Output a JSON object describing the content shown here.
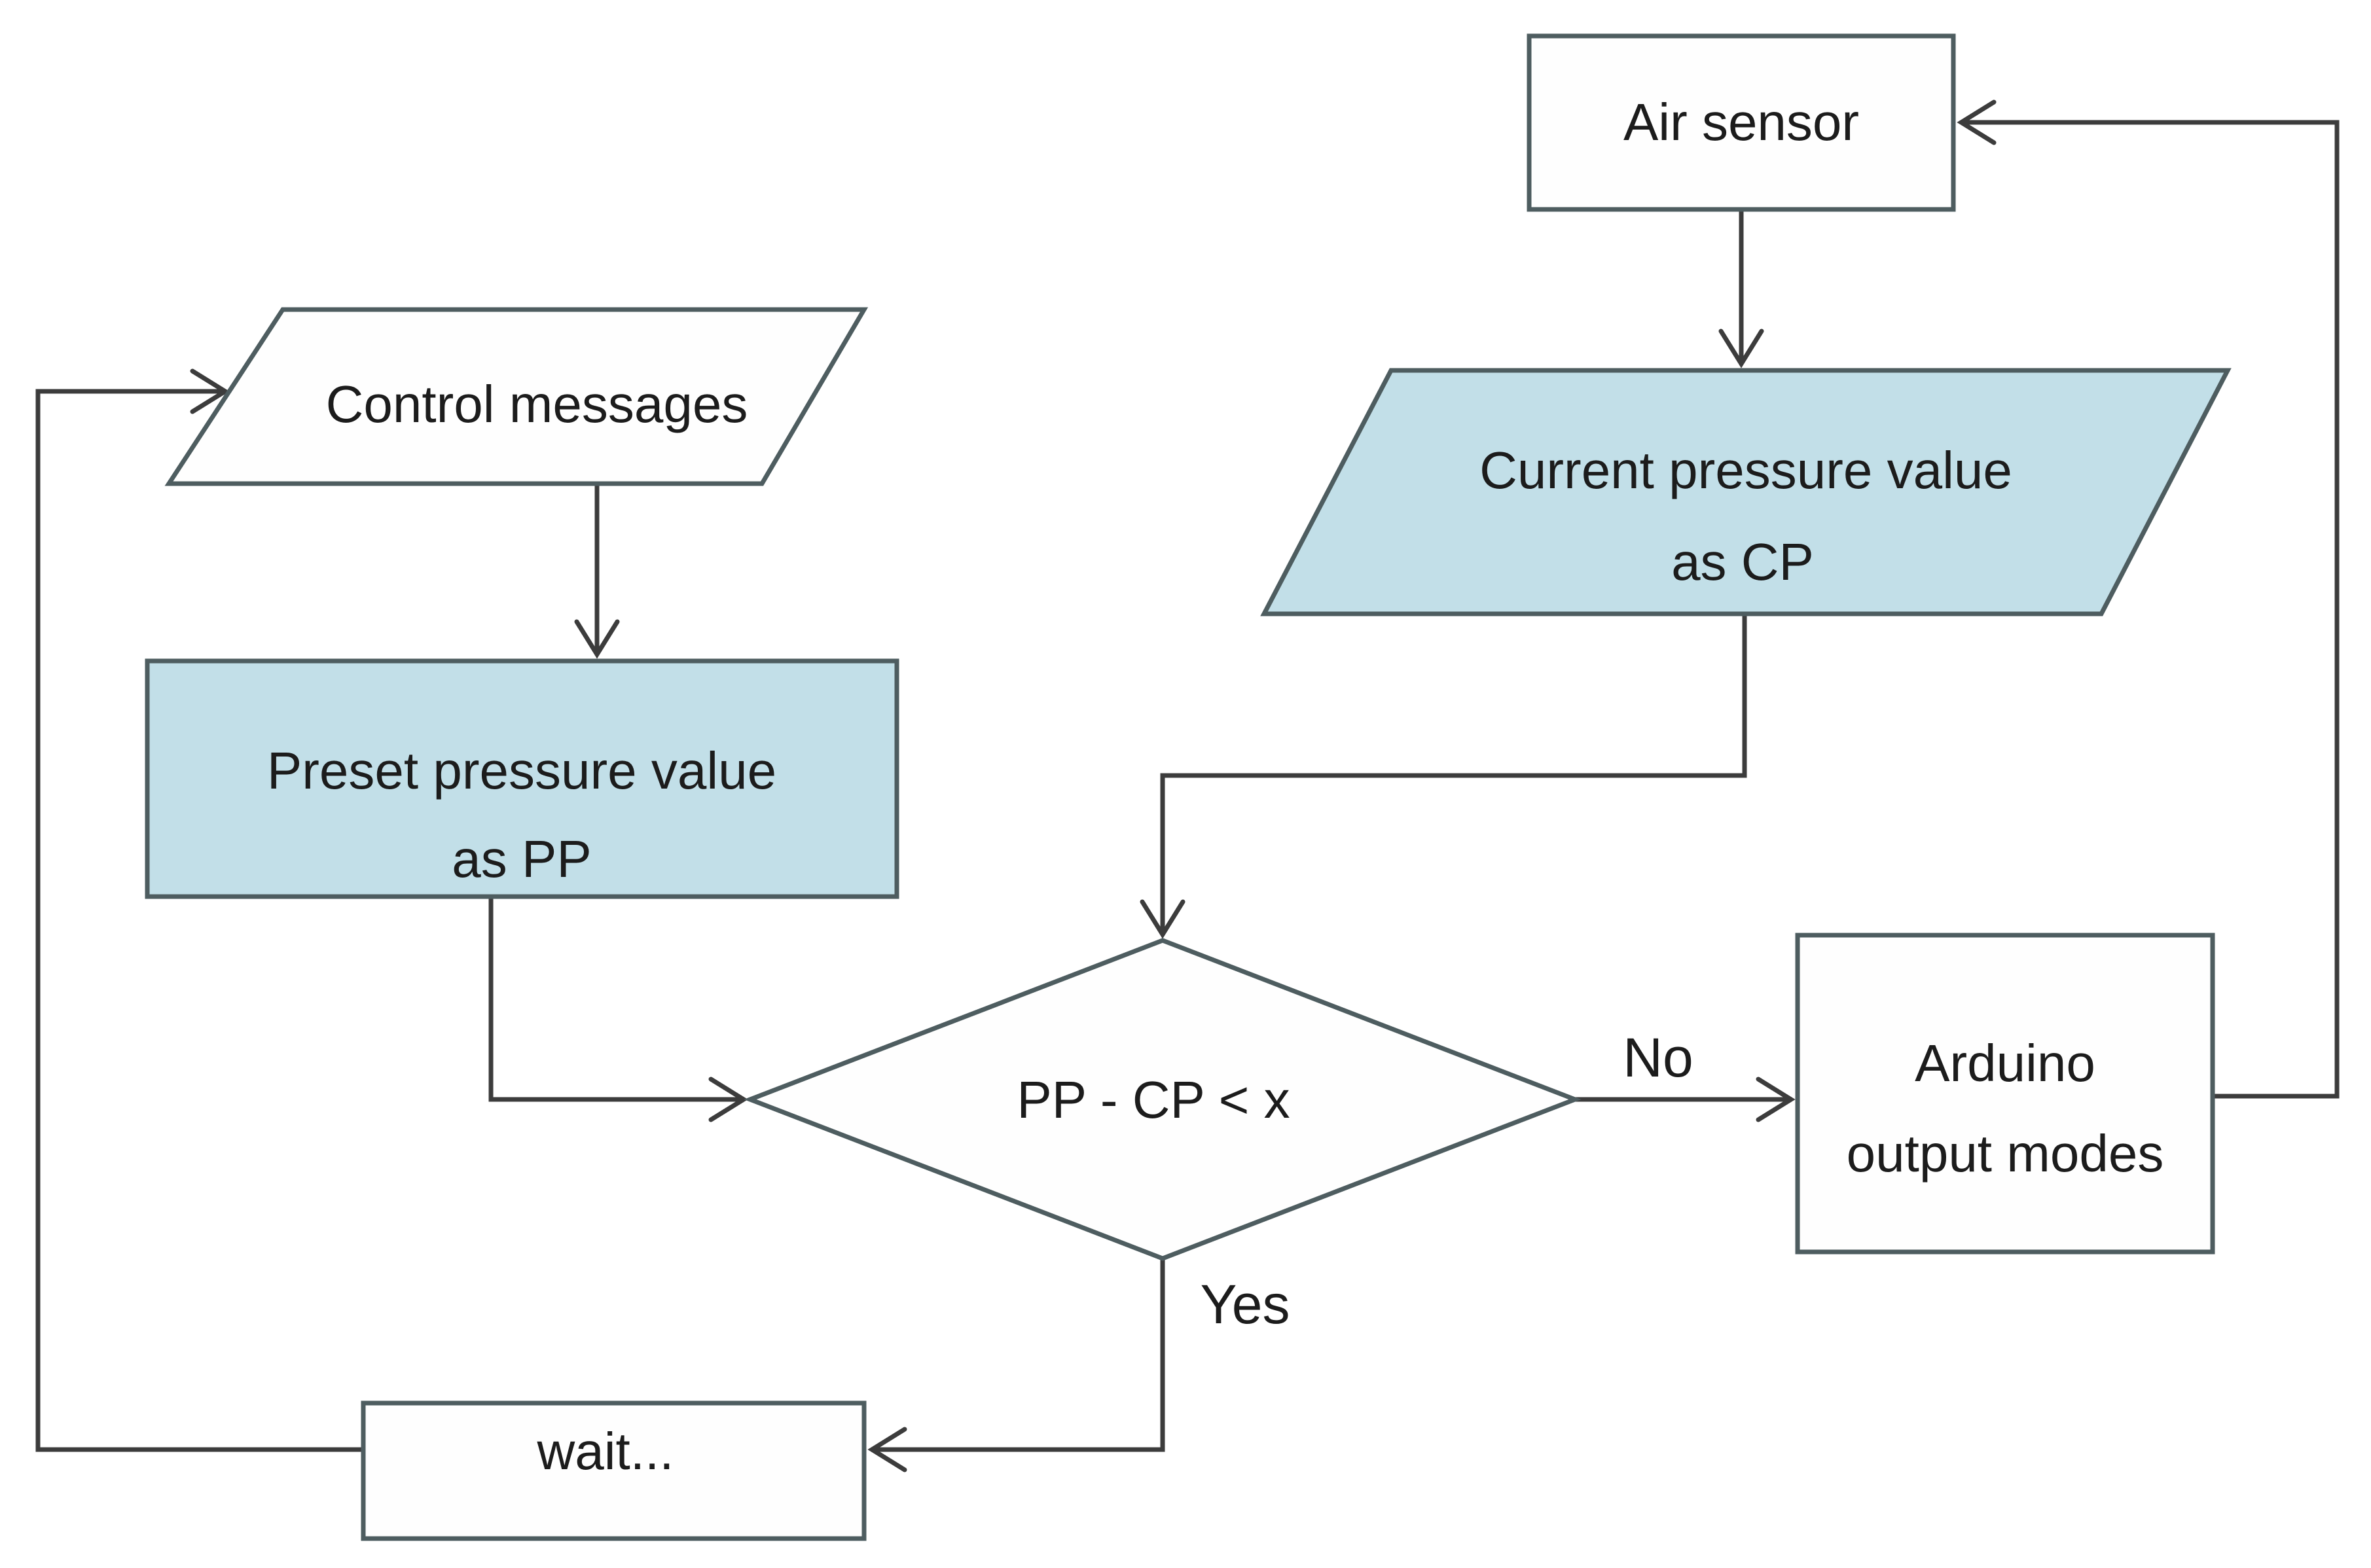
{
  "diagram": {
    "colors": {
      "highlight_fill": "#c2dfe8",
      "plain_fill": "#fefefe",
      "shape_border": "#4e5d60",
      "connector": "#3c3c3c",
      "text": "#1c1c1c"
    },
    "nodes": {
      "air_sensor": {
        "type": "process",
        "label": "Air sensor"
      },
      "current_pressure": {
        "type": "input-output",
        "line1": "Current pressure value",
        "line2": "as CP"
      },
      "control_messages": {
        "type": "input-output",
        "label": "Control messages"
      },
      "preset_pressure": {
        "type": "process",
        "line1": "Preset pressure value",
        "line2": "as PP"
      },
      "decision": {
        "type": "decision",
        "label": "PP - CP < x"
      },
      "arduino_output": {
        "type": "process",
        "line1": "Arduino",
        "line2": "output modes"
      },
      "wait": {
        "type": "process",
        "label": "wait..."
      }
    },
    "edge_labels": {
      "no": "No",
      "yes": "Yes"
    }
  }
}
